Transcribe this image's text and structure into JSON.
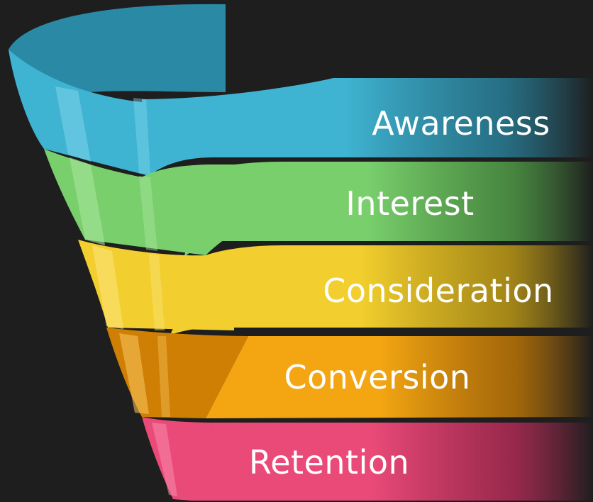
{
  "diagram": {
    "type": "funnel",
    "background_color": "#1e1e1e",
    "stages": [
      {
        "label": "Awareness",
        "color": "#3fb4d2",
        "color_light": "#7fd4ea",
        "color_dark": "#2a8aa6"
      },
      {
        "label": "Interest",
        "color": "#79cf6c",
        "color_light": "#a8e49c",
        "color_dark": "#55a94b"
      },
      {
        "label": "Consideration",
        "color": "#f2cf2e",
        "color_light": "#fbe37a",
        "color_dark": "#d1a915"
      },
      {
        "label": "Conversion",
        "color": "#f3a612",
        "color_light": "#fbc862",
        "color_dark": "#cf7f04"
      },
      {
        "label": "Retention",
        "color": "#ea4a78",
        "color_light": "#f58aaa",
        "color_dark": "#c22d5c"
      }
    ]
  }
}
